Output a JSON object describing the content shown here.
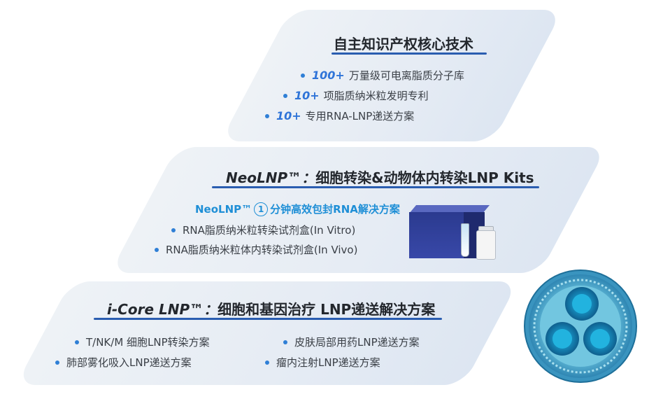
{
  "section1": {
    "title": "自主知识产权核心技术",
    "items": [
      {
        "num": "100+",
        "text": "万量级可电离脂质分子库"
      },
      {
        "num": "10+",
        "text": "项脂质纳米粒发明专利"
      },
      {
        "num": "10+",
        "text": "专用RNA-LNP递送方案"
      }
    ]
  },
  "section2": {
    "title_en": "NeoLNP™：",
    "title_cn": "细胞转染&动物体内转染LNP Kits",
    "subhead_prefix": "NeoLNP™",
    "subhead_num": "1",
    "subhead_suffix": "分钟高效包封RNA解决方案",
    "items": [
      "RNA脂质纳米粒转染试剂盒(In Vitro)",
      "RNA脂质纳米粒体内转染试剂盒(In Vivo)"
    ]
  },
  "section3": {
    "title_en": "i-Core LNP™：",
    "title_cn": "细胞和基因治疗 LNP递送解决方案",
    "items": [
      "T/NK/M 细胞LNP转染方案",
      "皮肤局部用药LNP递送方案",
      "肺部雾化吸入LNP递送方案",
      "瘤内注射LNP递送方案"
    ]
  },
  "colors": {
    "accent": "#2f74d8",
    "subhead": "#1f8fd6",
    "underline": "#2a5db0",
    "panel": "#e6ecf4"
  },
  "icons": {
    "bullet": "dot-icon",
    "kit": "reagent-kit-image",
    "particle": "lipid-nanoparticle-illustration"
  }
}
